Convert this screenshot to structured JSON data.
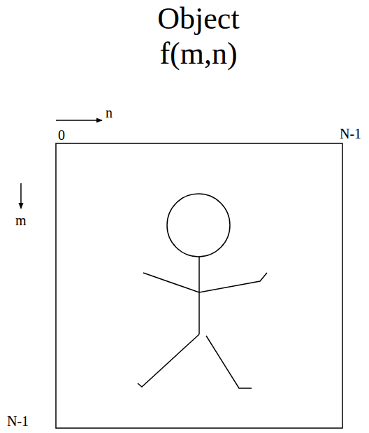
{
  "diagram": {
    "title": "Object f(m,n)",
    "labels": [
      "0",
      "n",
      "N-1",
      "m",
      "N-1"
    ]
  }
}
